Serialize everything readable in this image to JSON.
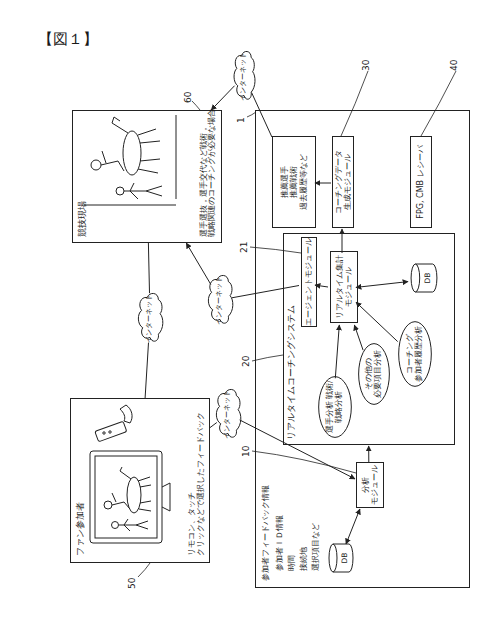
{
  "diagram": {
    "title": "【図１】",
    "nodes": [
      {
        "text": [
          "ファン参加者",
          "リモコン、タッチ クリックなどで選択したフィードバック"
        ]
      },
      {
        "text": [
          "競技現場",
          "選手選抜，選手交代など戦術， 戦略関連のコーチングが必要な場合"
        ]
      },
      {
        "text": [
          "インターネット"
        ]
      },
      {
        "text": [
          "インターネット"
        ]
      },
      {
        "text": [
          "インターネット"
        ]
      },
      {
        "text": [
          "インターネット"
        ]
      },
      {
        "text": []
      },
      {
        "text": [
          "DB"
        ],
        "in": 6
      },
      {
        "text": [
          "分析 モジュール"
        ],
        "in": 6
      },
      {
        "text": [
          "リアルタイムコーチングシステム"
        ],
        "in": 6
      },
      {
        "text": [
          "エージェントモジュール"
        ],
        "in": 9
      },
      {
        "text": [
          "選手分析 戦術/戦略分析"
        ],
        "in": 9
      },
      {
        "text": [
          "その他の 必要項目分析"
        ],
        "in": 9
      },
      {
        "text": [
          "コーチング 参加者履歴分析"
        ],
        "in": 9
      },
      {
        "text": [
          "リアルタイム集計 モジュール"
        ],
        "in": 9
      },
      {
        "text": [
          "DB"
        ],
        "in": 9
      },
      {
        "text": [
          "推薦選手",
          "推薦戦術",
          "過去履歴等など"
        ],
        "in": 6
      },
      {
        "text": [
          "コーチングデータ 生成モジュール"
        ],
        "in": 6
      },
      {
        "text": [
          "FPG, CMB レシーバ"
        ],
        "in": 6
      }
    ],
    "edges": [
      {
        "from": 0,
        "to": 2,
        "arrow": "none"
      },
      {
        "from": 2,
        "to": 1,
        "arrow": "none"
      },
      {
        "from": 0,
        "to": 3,
        "arrow": "none"
      },
      {
        "from": 3,
        "to": 8,
        "arrow": "to"
      },
      {
        "from": 8,
        "to": 7,
        "arrow": "both"
      },
      {
        "from": 8,
        "to": 9,
        "arrow": "to"
      },
      {
        "from": 11,
        "to": 14,
        "arrow": "to"
      },
      {
        "from": 12,
        "to": 14,
        "arrow": "to"
      },
      {
        "from": 13,
        "to": 14,
        "arrow": "to"
      },
      {
        "from": 14,
        "to": 15,
        "arrow": "both"
      },
      {
        "from": 14,
        "to": 10,
        "arrow": "to"
      },
      {
        "from": 10,
        "to": 4,
        "arrow": "none"
      },
      {
        "from": 4,
        "to": 1,
        "arrow": "to"
      },
      {
        "from": 14,
        "to": 17,
        "arrow": "to"
      },
      {
        "from": 17,
        "to": 16,
        "arrow": "to"
      },
      {
        "from": 16,
        "to": 5,
        "arrow": "none"
      },
      {
        "from": 5,
        "to": 1,
        "arrow": "to"
      }
    ],
    "labels": [
      "1",
      "10",
      "20",
      "21",
      "30",
      "40",
      "50",
      "60",
      "参加者フィードバック情報",
      "参加者ＩＤ情報",
      "時間",
      "接続地",
      "選択項目など"
    ]
  }
}
